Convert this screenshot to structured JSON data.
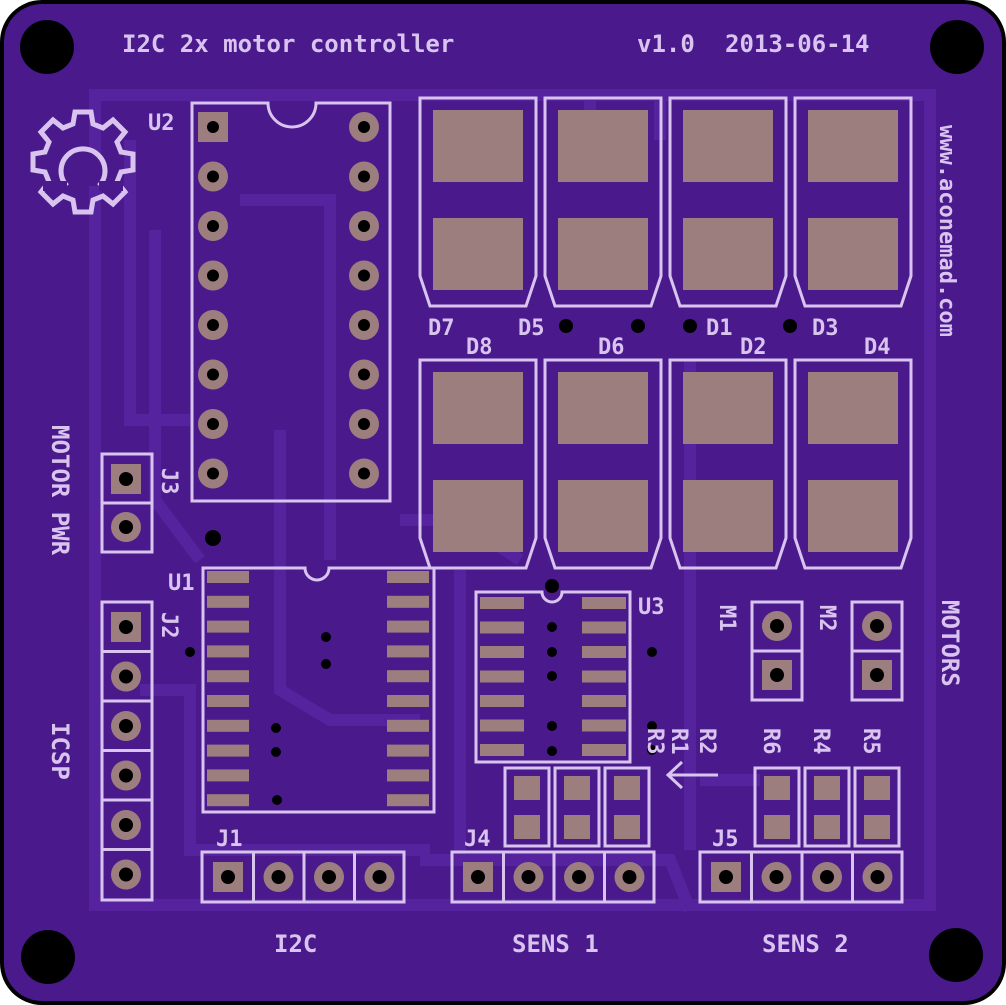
{
  "board": {
    "title": "I2C 2x motor controller",
    "version": "v1.0",
    "date": "2013-06-14",
    "website": "www.aconemad.com",
    "colors": {
      "soldermask": "#4a1a8c",
      "edge": "#000000",
      "copper_trace": "#5a2aa0",
      "silkscreen": "#d9c4ef",
      "pad": "#9c7e7e",
      "hole": "#000000"
    },
    "logo": "open-source-hardware-gear-icon"
  },
  "designators": {
    "u1": "U1",
    "u2": "U2",
    "u3": "U3",
    "j1": "J1",
    "j2": "J2",
    "j3": "J3",
    "j4": "J4",
    "j5": "J5",
    "m1": "M1",
    "m2": "M2",
    "d1": "D1",
    "d2": "D2",
    "d3": "D3",
    "d4": "D4",
    "d5": "D5",
    "d6": "D6",
    "d7": "D7",
    "d8": "D8",
    "r1": "R1",
    "r2": "R2",
    "r3": "R3",
    "r4": "R4",
    "r5": "R5",
    "r6": "R6"
  },
  "section_labels": {
    "motor_pwr": "MOTOR PWR",
    "icsp": "ICSP",
    "motors": "MOTORS",
    "i2c": "I2C",
    "sens1": "SENS 1",
    "sens2": "SENS 2"
  }
}
